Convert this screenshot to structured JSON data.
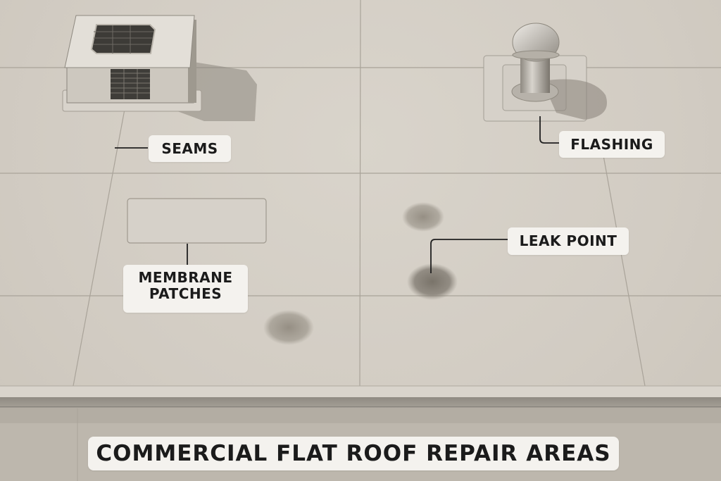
{
  "title": "COMMERCIAL FLAT ROOF REPAIR AREAS",
  "labels": {
    "seams": "SEAMS",
    "flashing": "FLASHING",
    "leak_point": "LEAK POINT",
    "membrane_line1": "MEMBRANE",
    "membrane_line2": "PATCHES"
  },
  "objects": {
    "hvac_unit": "hvac-unit",
    "roof_vent": "roof-vent-pipe",
    "membrane_patch": "membrane-patch",
    "stains": [
      "stain-1",
      "stain-2",
      "stain-3"
    ]
  },
  "colors": {
    "roof": "#d4cec5",
    "seam_line": "#a9a399",
    "label_bg": "#f4f2ee",
    "label_text": "#1b1b1b",
    "parapet": "#9c978e",
    "wall": "#bdb7ad",
    "stain": "#7c766d"
  }
}
